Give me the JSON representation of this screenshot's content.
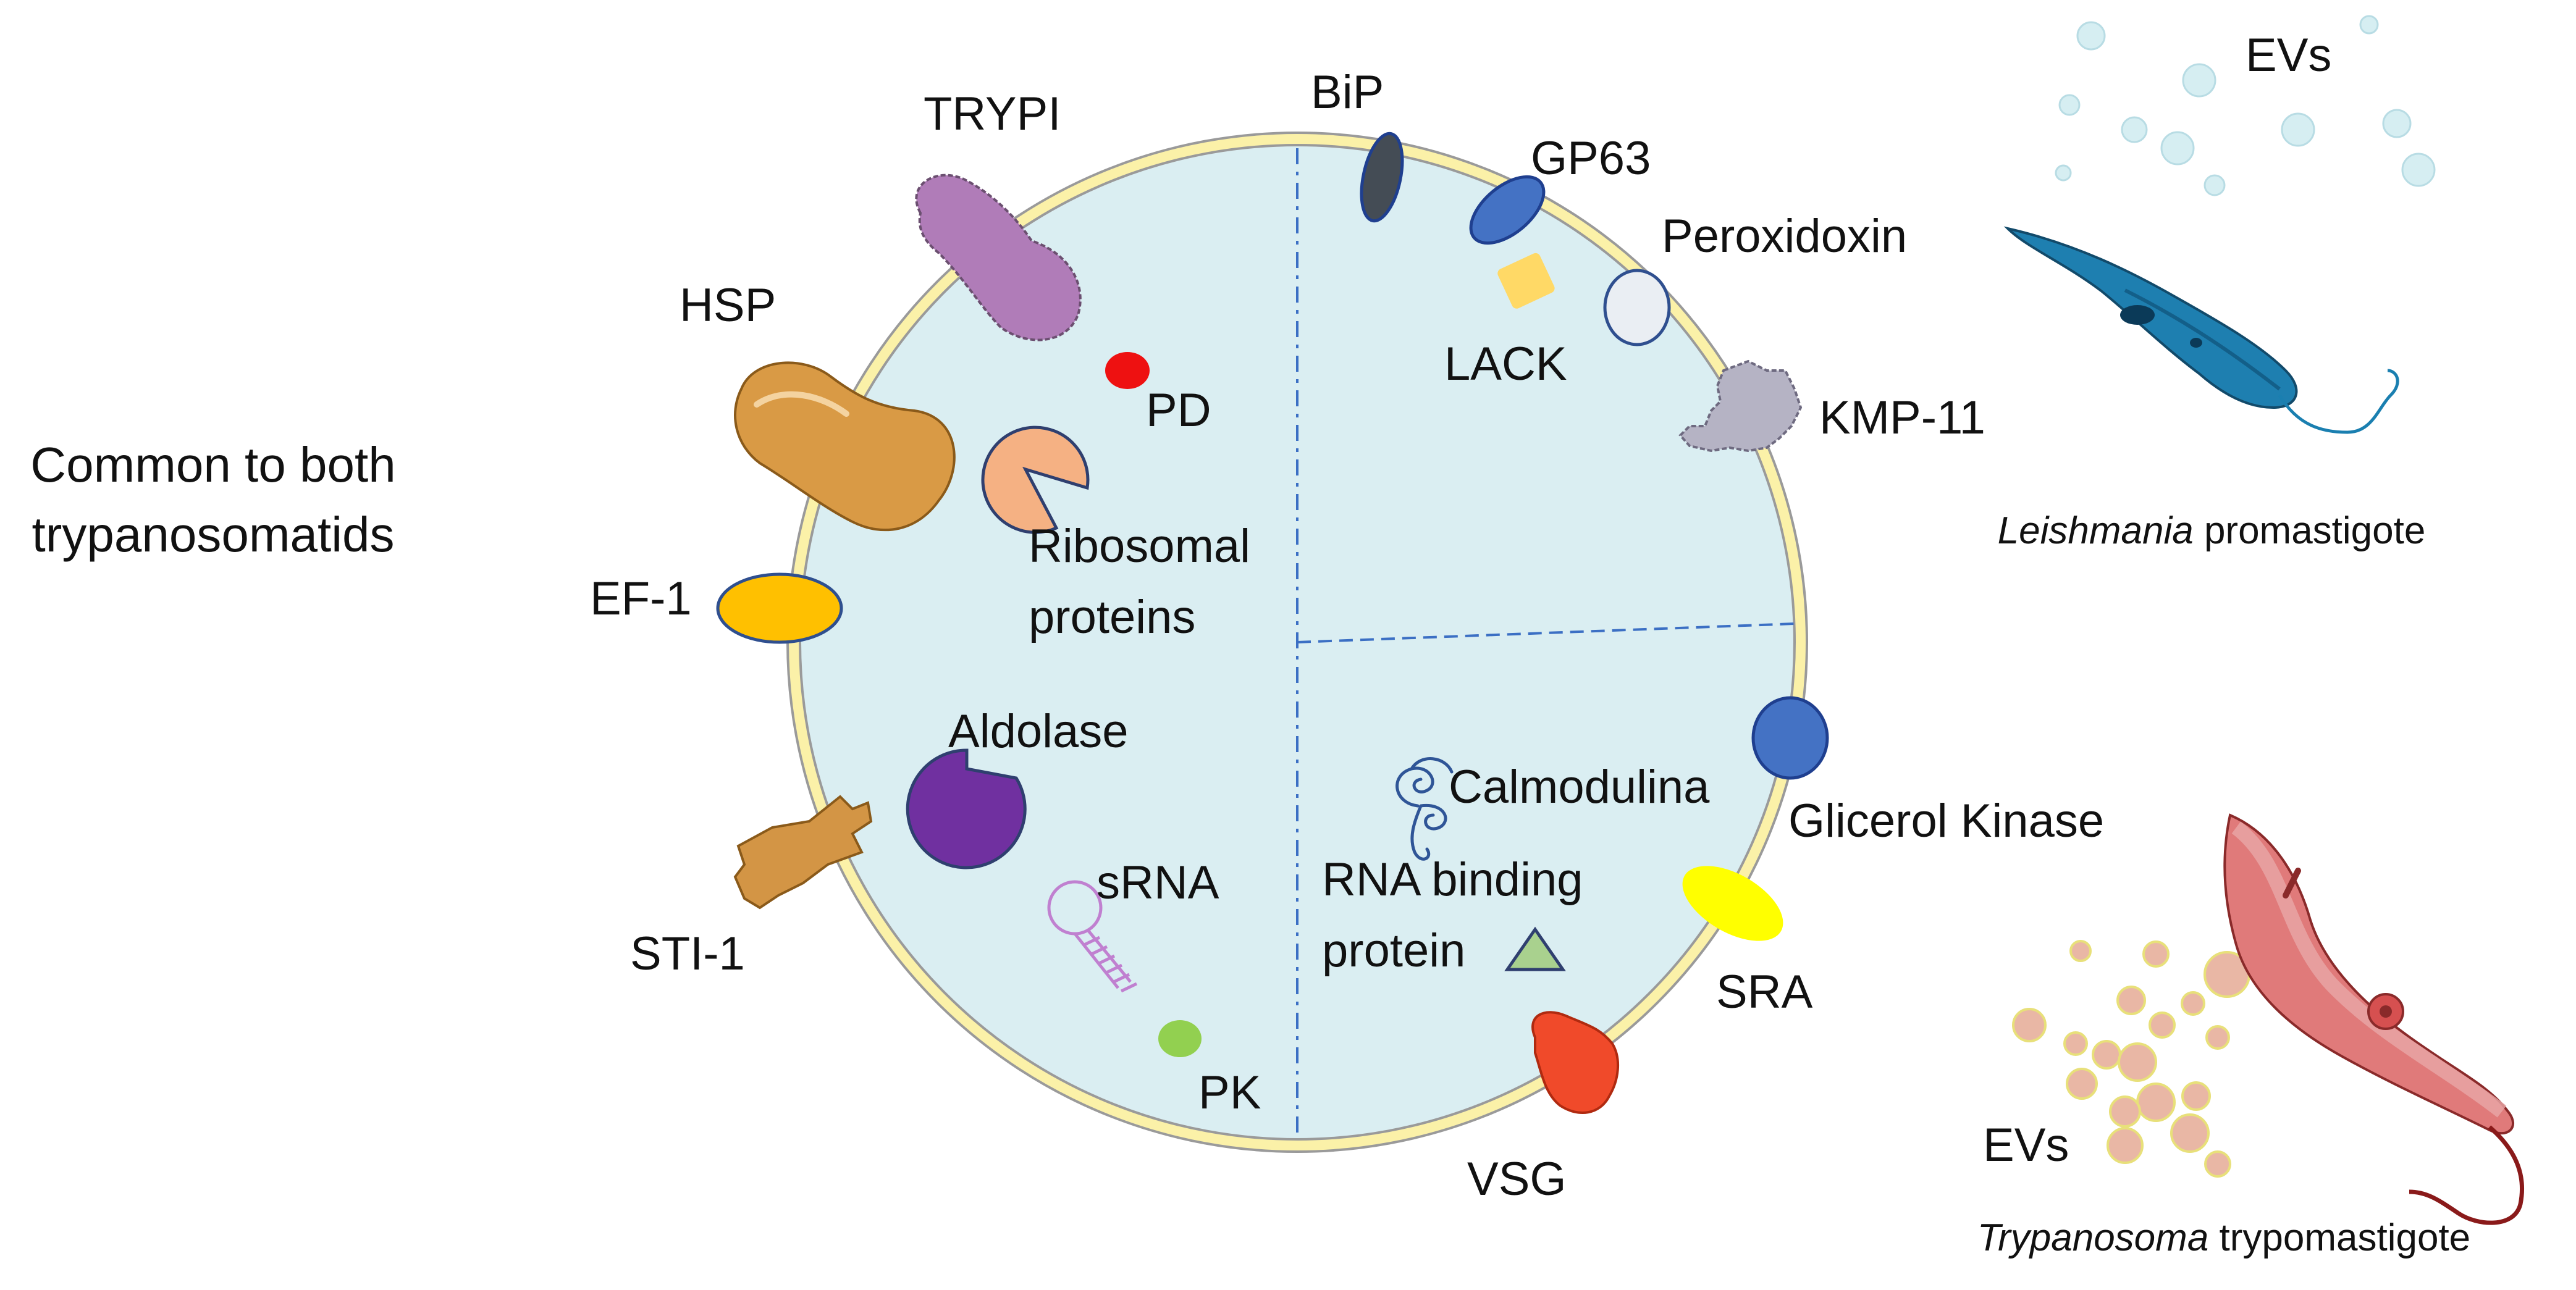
{
  "labels": {
    "common": [
      "Common to both",
      "trypanosomatids"
    ],
    "trypi": "TRYPI",
    "hsp": "HSP",
    "ef1": "EF-1",
    "sti1": "STI-1",
    "bip": "BiP",
    "gp63": "GP63",
    "peroxidoxin": "Peroxidoxin",
    "lack": "LACK",
    "kmp11": "KMP-11",
    "pd": "PD",
    "ribosomal": [
      "Ribosomal",
      "proteins"
    ],
    "aldolase": "Aldolase",
    "srna": "sRNA",
    "pk": "PK",
    "calmodulina": "Calmodulina",
    "rna_binding": [
      "RNA binding",
      "protein"
    ],
    "glicerol_kinase": "Glicerol Kinase",
    "sra": "SRA",
    "vsg": "VSG",
    "evs_top": "EVs",
    "evs_bottom": "EVs",
    "leishmania": {
      "italic": "Leishmania",
      "rest": " promastigote"
    },
    "trypanosoma": {
      "italic": "Trypanosoma",
      "rest": " trypomastigote"
    }
  },
  "colors": {
    "cell_fill": "#daeef2",
    "membrane": "#fbf1a8",
    "membrane_edge": "#9a9a9a",
    "divider": "#3b6fc4",
    "trypi": "#b07cb8",
    "hsp": "#d99a45",
    "ef1": "#ffc000",
    "sti1": "#d39545",
    "bip": "#444c55",
    "gp63": "#4472c4",
    "peroxidoxin": "#eaeef3",
    "lack": "#ffd966",
    "kmp11": "#b5b3c4",
    "pd": "#ee1111",
    "ribosomal": "#f5b183",
    "aldolase": "#7030a0",
    "srna": "#c080d0",
    "pk": "#92d050",
    "calmodulina": "#2f5597",
    "rna_binding": "#a9d18e",
    "glicerol_kinase": "#4472c4",
    "sra": "#ffff00",
    "vsg": "#f04a2a",
    "leishmania": "#1e7fb0",
    "trypanosoma": "#e07a7a",
    "ev_leish": "#d6eef2",
    "ev_tryp": "#e9b7a5"
  }
}
